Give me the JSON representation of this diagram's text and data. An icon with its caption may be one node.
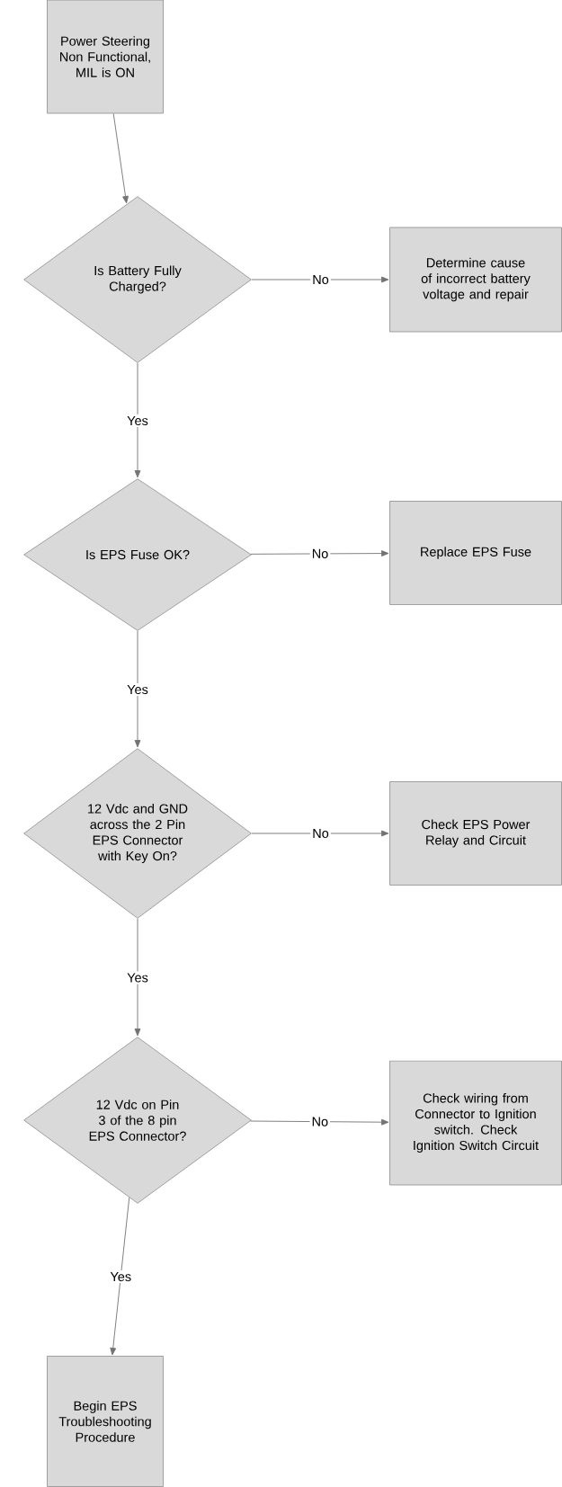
{
  "diagram": {
    "nodes": [
      {
        "text": [
          "Power Steering Non Functional, MIL is ON"
        ]
      },
      {
        "text": [
          "Is Battery Fully Charged?"
        ]
      },
      {
        "text": [
          "Determine cause of incorrect battery voltage and repair"
        ]
      },
      {
        "text": [
          "Is EPS Fuse OK?"
        ]
      },
      {
        "text": [
          "Replace EPS Fuse"
        ]
      },
      {
        "text": [
          "12 Vdc and GND across the 2 Pin EPS Connector with Key On?"
        ]
      },
      {
        "text": [
          "Check EPS Power Relay and Circuit"
        ]
      },
      {
        "text": [
          "12 Vdc on Pin 3 of the 8 pin EPS Connector?"
        ]
      },
      {
        "text": [
          "Check wiring from Connector to Ignition switch. Check Ignition Switch Circuit"
        ]
      },
      {
        "text": [
          "Begin EPS Troubleshooting Procedure"
        ]
      }
    ],
    "edges": [
      {
        "from": 0,
        "to": 1,
        "arrow": "to"
      },
      {
        "from": 1,
        "to": 2,
        "arrow": "to",
        "label": "No"
      },
      {
        "from": 1,
        "to": 3,
        "arrow": "to",
        "label": "Yes"
      },
      {
        "from": 3,
        "to": 4,
        "arrow": "to",
        "label": "No"
      },
      {
        "from": 3,
        "to": 5,
        "arrow": "to",
        "label": "Yes"
      },
      {
        "from": 5,
        "to": 6,
        "arrow": "to",
        "label": "No"
      },
      {
        "from": 5,
        "to": 7,
        "arrow": "to",
        "label": "Yes"
      },
      {
        "from": 7,
        "to": 8,
        "arrow": "to",
        "label": "No"
      },
      {
        "from": 7,
        "to": 9,
        "arrow": "to",
        "label": "Yes"
      }
    ]
  }
}
